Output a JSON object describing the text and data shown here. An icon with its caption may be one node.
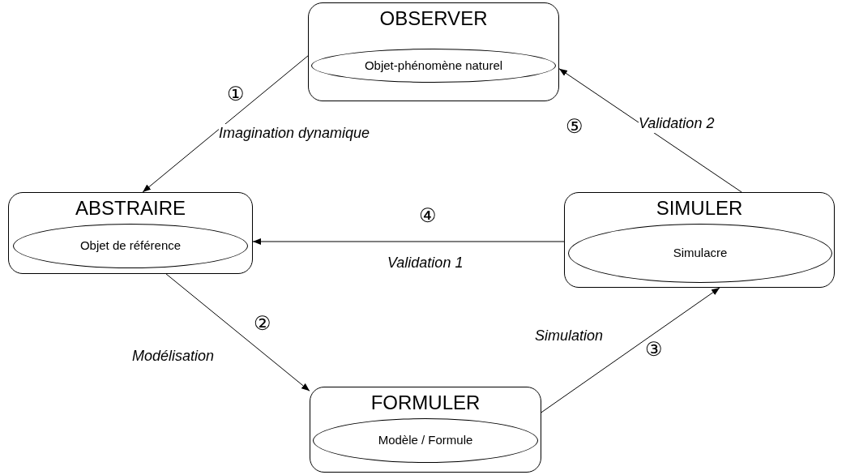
{
  "diagram": {
    "nodes": [
      {
        "text": [
          "OBSERVER"
        ]
      },
      {
        "text": [
          "Objet-phénomène naturel"
        ],
        "in": 0
      },
      {
        "text": [
          "ABSTRAIRE"
        ]
      },
      {
        "text": [
          "Objet de référence"
        ],
        "in": 2
      },
      {
        "text": [
          "SIMULER"
        ]
      },
      {
        "text": [
          "Simulacre"
        ],
        "in": 4
      },
      {
        "text": [
          "FORMULER"
        ]
      },
      {
        "text": [
          "Modèle / Formule"
        ],
        "in": 6
      }
    ],
    "edges": [
      {
        "from": 0,
        "to": 2,
        "arrow": "to",
        "label": "Imagination dynamique"
      },
      {
        "from": 2,
        "to": 6,
        "arrow": "to",
        "label": "Modélisation"
      },
      {
        "from": 6,
        "to": 4,
        "arrow": "to",
        "label": "Simulation"
      },
      {
        "from": 4,
        "to": 2,
        "arrow": "to",
        "label": "Validation 1"
      },
      {
        "from": 4,
        "to": 0,
        "arrow": "to",
        "label": "Validation 2"
      }
    ],
    "labels": [
      "①",
      "⑤",
      "④",
      "②",
      "③"
    ]
  }
}
